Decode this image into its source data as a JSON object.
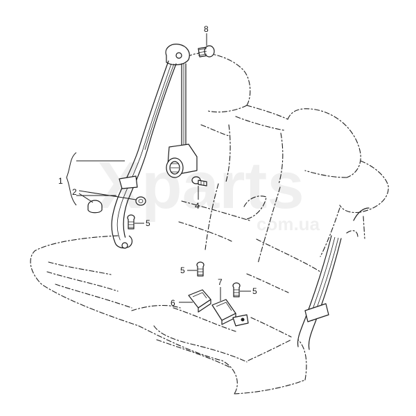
{
  "watermark": {
    "main": "Xparts",
    "sub": "com.ua"
  },
  "callouts": [
    {
      "id": "1",
      "text": "1"
    },
    {
      "id": "2",
      "text": "2"
    },
    {
      "id": "4",
      "text": "4"
    },
    {
      "id": "5a",
      "text": "5"
    },
    {
      "id": "5b",
      "text": "5"
    },
    {
      "id": "5c",
      "text": "5"
    },
    {
      "id": "6",
      "text": "6"
    },
    {
      "id": "7",
      "text": "7"
    },
    {
      "id": "8",
      "text": "8"
    }
  ]
}
